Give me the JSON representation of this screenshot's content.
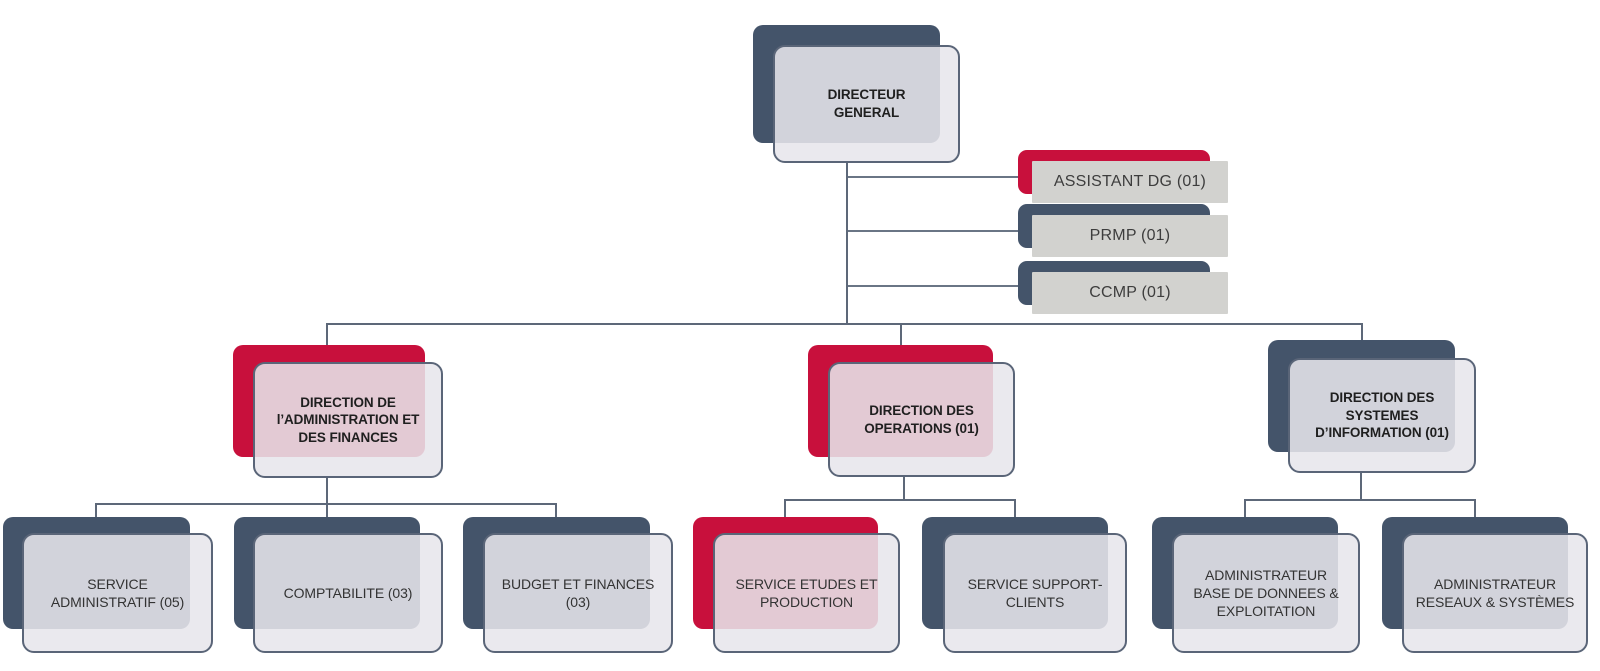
{
  "palette": {
    "slate_accent": "#44546a",
    "red_accent": "#c8103c",
    "connector_line": "#5d6879",
    "node_fill": "#e7e6eb",
    "node_border": "#5a6578",
    "staff_node_fill": "#d2d2cf"
  },
  "org": {
    "root": {
      "label": "DIRECTEUR GENERAL",
      "accent": "slate"
    },
    "staff": [
      {
        "label": "ASSISTANT DG (01)",
        "accent": "red"
      },
      {
        "label": "PRMP (01)",
        "accent": "slate"
      },
      {
        "label": "CCMP (01)",
        "accent": "slate"
      }
    ],
    "directions": [
      {
        "label": "DIRECTION DE l’ADMINISTRATION ET DES FINANCES",
        "accent": "red"
      },
      {
        "label": "DIRECTION DES OPERATIONS (01)",
        "accent": "red"
      },
      {
        "label": "DIRECTION DES SYSTEMES D’INFORMATION (01)",
        "accent": "slate"
      }
    ],
    "units": [
      {
        "label": "SERVICE ADMINISTRATIF (05)",
        "accent": "slate",
        "parent_direction": 0
      },
      {
        "label": "COMPTABILITE (03)",
        "accent": "slate",
        "parent_direction": 0
      },
      {
        "label": "BUDGET ET FINANCES (03)",
        "accent": "slate",
        "parent_direction": 0
      },
      {
        "label": "SERVICE ETUDES ET PRODUCTION",
        "accent": "red",
        "parent_direction": 1
      },
      {
        "label": "SERVICE SUPPORT-CLIENTS",
        "accent": "slate",
        "parent_direction": 1
      },
      {
        "label": "ADMINISTRATEUR BASE DE DONNEES & EXPLOITATION",
        "accent": "slate",
        "parent_direction": 2
      },
      {
        "label": "ADMINISTRATEUR RESEAUX & SYSTÈMES",
        "accent": "slate",
        "parent_direction": 2
      }
    ]
  }
}
